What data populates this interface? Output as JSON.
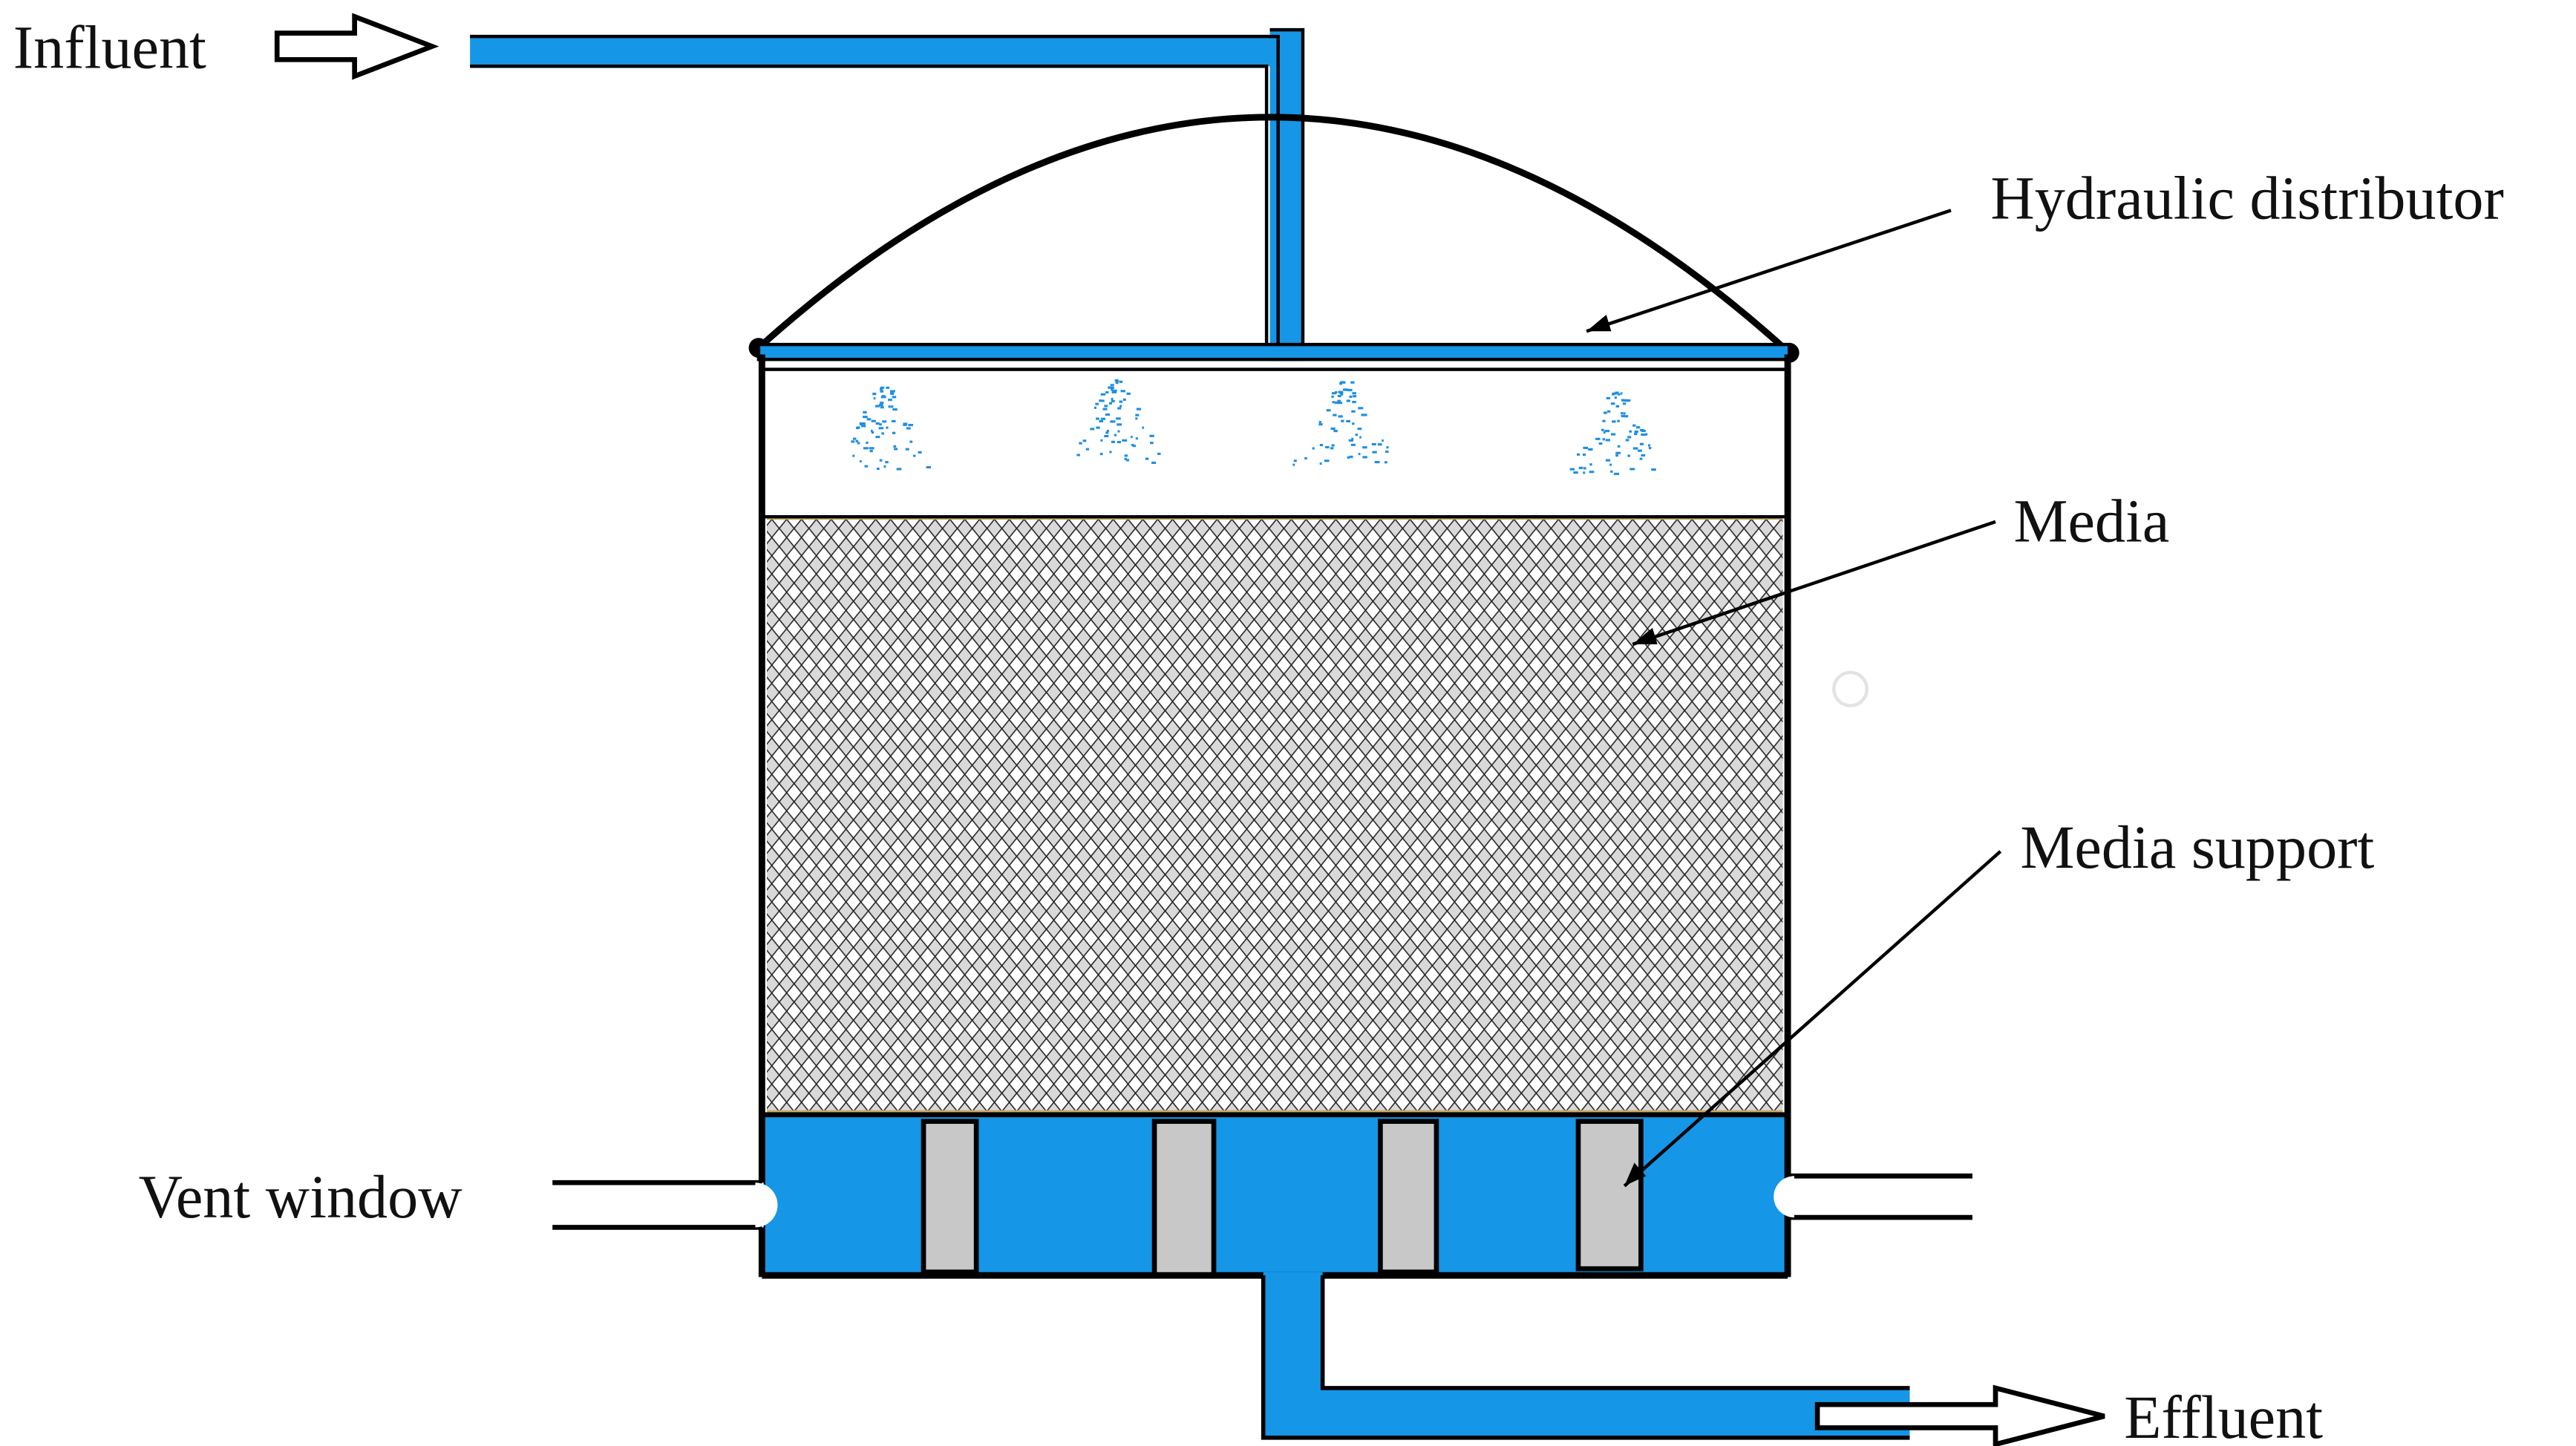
{
  "labels": {
    "influent": "Influent",
    "hydraulic_distributor": "Hydraulic distributor",
    "media": "Media",
    "media_support": "Media support",
    "vent_window": "Vent window",
    "effluent": "Effluent"
  },
  "colors": {
    "pipe_blue": "#1596e6",
    "outline": "#000000",
    "media_fill": "#d9d9d9",
    "media_mesh": "#222222",
    "support_gray": "#c8c8c8",
    "spray_blue": "#1f8fe0",
    "media_top_edge": "#c9a86a"
  },
  "icons": {
    "influent_arrow": "hollow-arrow-right-icon",
    "effluent_arrow": "hollow-arrow-right-icon"
  }
}
